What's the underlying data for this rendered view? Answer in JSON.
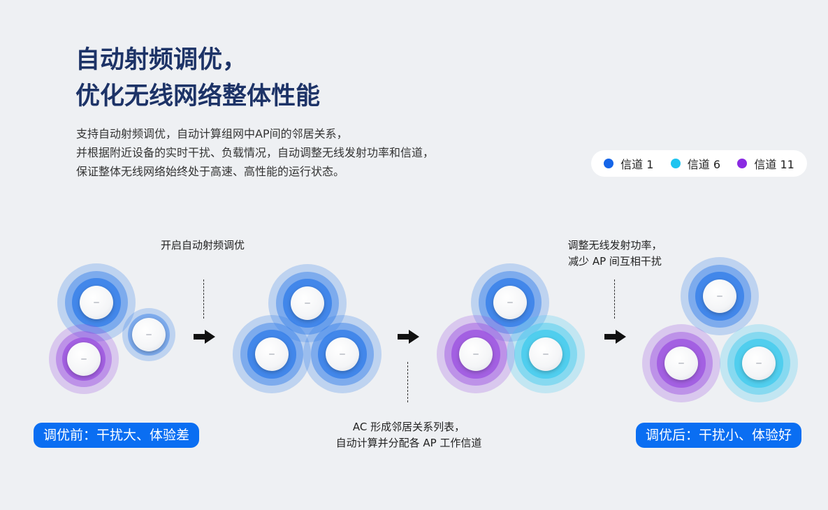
{
  "title": {
    "line1": "自动射频调优，",
    "line2": "优化无线网络整体性能"
  },
  "description": [
    "支持自动射频调优，自动计算组网中AP间的邻居关系，",
    "并根据附近设备的实时干扰、负载情况，自动调整无线发射功率和信道，",
    "保证整体无线网络始终处于高速、高性能的运行状态。"
  ],
  "legend": [
    {
      "label": "信道 1",
      "color": "#1565e8"
    },
    {
      "label": "信道 6",
      "color": "#1ec4f0"
    },
    {
      "label": "信道 11",
      "color": "#8a2be2"
    }
  ],
  "steps": {
    "step1_caption": "开启自动射频调优",
    "step2_caption_line1": "AC 形成邻居关系列表，",
    "step2_caption_line2": "自动计算并分配各 AP 工作信道",
    "step3_caption_line1": "调整无线发射功率，",
    "step3_caption_line2": "减少 AP 间互相干扰"
  },
  "badges": {
    "before": "调优前：干扰大、体验差",
    "after": "调优后：干扰小、体验好"
  },
  "channel_colors": {
    "blue": "#2f7be8",
    "cyan": "#3ec9ee",
    "purple": "#9b4fe0"
  }
}
